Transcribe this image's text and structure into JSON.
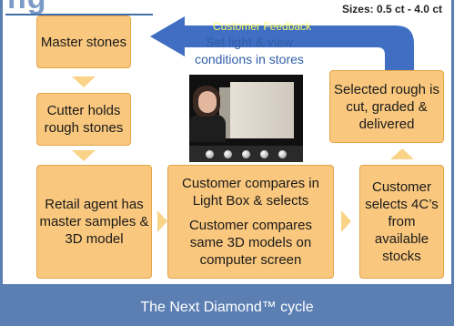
{
  "header": {
    "sizes": "Sizes: 0.5 ct - 4.0 ct"
  },
  "feedback": {
    "label": "Customer Feedback",
    "caption": "Set light & view conditions in stores"
  },
  "boxes": {
    "master": "Master stones",
    "cutter": "Cutter holds rough stones",
    "retail": "Retail agent has master samples & 3D model",
    "compare_lightbox": "Customer compares in Light Box & selects",
    "compare_3d": "Customer compares same 3D models on computer screen",
    "selects": "Customer selects 4C’s from available stocks",
    "rough": "Selected rough is cut, graded & delivered"
  },
  "footer": {
    "title": "The Next Diamond™ cycle"
  },
  "colors": {
    "box_fill": "#f9c77d",
    "arrow": "#3f6ec2",
    "footer_bg": "#5b7fb3",
    "caption_text": "#2f5fa8"
  },
  "icons": [
    "person-photo",
    "light-box",
    "playback-controls"
  ]
}
